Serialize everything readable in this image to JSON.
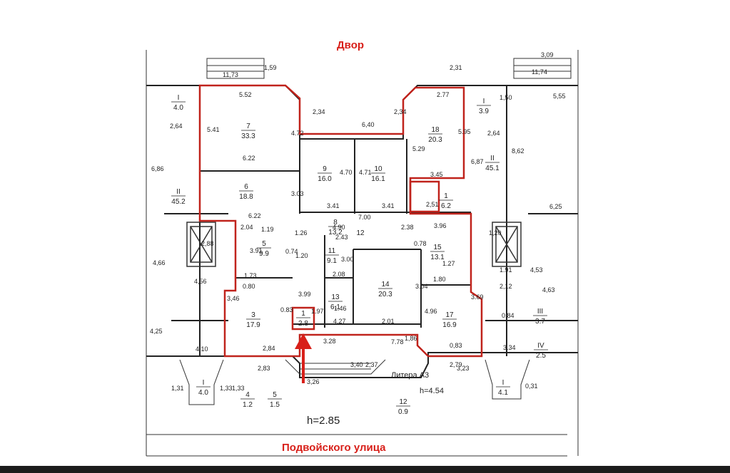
{
  "header": {
    "courtyard_label": "Двор"
  },
  "footer": {
    "street_label": "Подвойского улица"
  },
  "plan": {
    "ceiling_height": "h=2.85",
    "block_label": "Литера А3",
    "block_height": "h=4.54",
    "highlight_color": "#c0231c",
    "arrow_color": "#d8201a",
    "rooms": [
      {
        "num": "7",
        "area": "33.3"
      },
      {
        "num": "6",
        "area": "18.8"
      },
      {
        "num": "9",
        "area": "16.0"
      },
      {
        "num": "10",
        "area": "16.1"
      },
      {
        "num": "18",
        "area": "20.3"
      },
      {
        "num": "1",
        "area": "6.2"
      },
      {
        "num": "8",
        "area": "13.2"
      },
      {
        "num": "5",
        "area": "9.9"
      },
      {
        "num": "11",
        "area": "9.1"
      },
      {
        "num": "12",
        "area": ""
      },
      {
        "num": "15",
        "area": "13.1"
      },
      {
        "num": "14",
        "area": "20.3"
      },
      {
        "num": "13",
        "area": "6.1"
      },
      {
        "num": "3",
        "area": "17.9"
      },
      {
        "num": "17",
        "area": "16.9"
      },
      {
        "num": "1",
        "area": "2.8"
      },
      {
        "num": "I",
        "area": "4.0"
      },
      {
        "num": "I",
        "area": "3.9"
      },
      {
        "num": "II",
        "area": "45.2"
      },
      {
        "num": "II",
        "area": "45.1"
      },
      {
        "num": "III",
        "area": "3.7"
      },
      {
        "num": "IV",
        "area": "2.5"
      },
      {
        "num": "4",
        "area": "1.2"
      },
      {
        "num": "5",
        "area": "1.5"
      },
      {
        "num": "12",
        "area": "0.9"
      },
      {
        "num": "I",
        "area": "4.0"
      },
      {
        "num": "I",
        "area": "4.1"
      }
    ],
    "dimensions": [
      "11,73",
      "1,59",
      "5.52",
      "2,34",
      "6,40",
      "2,34",
      "2.77",
      "2,31",
      "3,09",
      "11,74",
      "1,50",
      "5,55",
      "2,64",
      "6,86",
      "5.41",
      "4.72",
      "6.22",
      "3.03",
      "4.70",
      "4.71",
      "3.41",
      "3.41",
      "5.29",
      "5.95",
      "3.45",
      "2,64",
      "6,87",
      "8,62",
      "2,51",
      "7.00",
      "4.90",
      "6.22",
      "2.04",
      "1.19",
      "1.26",
      "1.20",
      "2.43",
      "0.78",
      "2.38",
      "3.96",
      "1,20",
      "6,25",
      "2,88",
      "4,66",
      "4,56",
      "3.91",
      "0.74",
      "1.73",
      "0.80",
      "2.08",
      "3.00",
      "1.27",
      "1.80",
      "1.91",
      "2,12",
      "4,53",
      "4,63",
      "3,46",
      "0.83",
      "3.99",
      "1.97",
      "1.46",
      "3.04",
      "4.96",
      "3.69",
      "0.84",
      "4,25",
      "4,27",
      "2.01",
      "4.10",
      "2,84",
      "3.28",
      "7.78",
      "1,86",
      "0,83",
      "3.34",
      "2,83",
      "3,26",
      "3,40",
      "2,37",
      "2,79",
      "3,23",
      "0,31",
      "1,31",
      "1,33",
      "1,33"
    ]
  }
}
